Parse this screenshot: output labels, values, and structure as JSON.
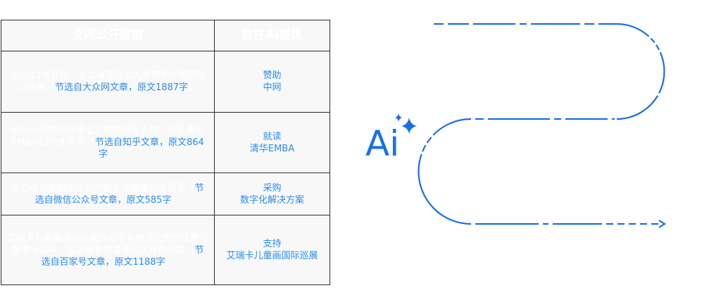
{
  "table": {
    "headers": [
      "全网公开数据",
      "数往AI提炼"
    ],
    "rows": [
      {
        "text": "从2011年开始，业之峰还连续九年赞助中国网球公开赛（",
        "source": "节选自大众网文章，原文1887字",
        "close": "）",
        "result": [
          "赞助",
          "中网"
        ]
      },
      {
        "text": "创始人张钧不仅是业之峰的领军人物，还是清华EMBA03的大师兄（",
        "source": "节选自知乎文章，原文864字",
        "close": "）",
        "result": [
          "就读",
          "清华EMBA"
        ]
      },
      {
        "text": "业之峰遇到酷家乐后的数字化故事全面揭露（",
        "source": "节选自微信公众号文章，原文585字",
        "close": "）",
        "result": [
          "采购",
          "数字化解决方案"
        ]
      },
      {
        "text": "艾瑞卡儿童画国际巡展作品中有相当比例的残障儿童参与其中，业之峰也希望通过这样的公益（",
        "source": "节选自百家号文章，原文1188字",
        "close": "）",
        "result": [
          "支持",
          "艾瑞卡儿童画国际巡展"
        ]
      }
    ]
  },
  "logo": {
    "text": "Ai",
    "color": "#1a6fe8"
  }
}
